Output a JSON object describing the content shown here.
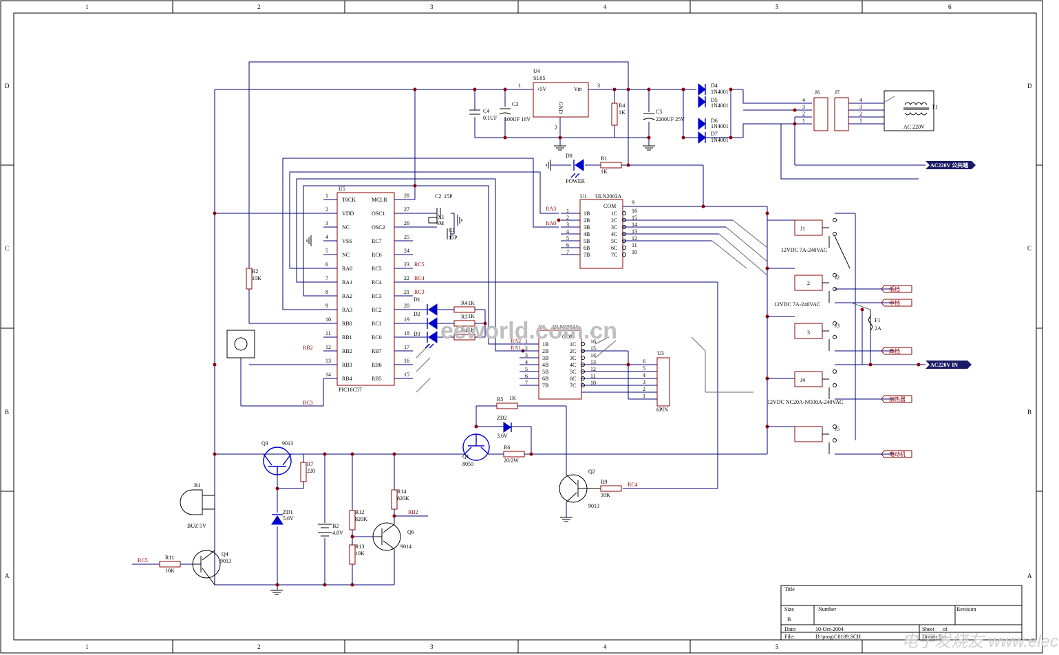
{
  "frame": {
    "col_zones": [
      "1",
      "2",
      "3",
      "4",
      "5",
      "6"
    ],
    "row_zones": [
      "D",
      "C",
      "B",
      "A"
    ]
  },
  "title_block": {
    "title_label": "Title",
    "size_label": "Size",
    "size_value": "B",
    "number_label": "Number",
    "revision_label": "Revision",
    "date_label": "Date:",
    "date_value": "10-Oct-2004",
    "sheet_label": "Sheet",
    "of_label": "of",
    "file_label": "File:",
    "file_value": "D:\\prog\\C0189.SCH",
    "drawn_label": "Drawn By:"
  },
  "watermark": {
    "site": "eeworld.com.cn",
    "corner": "电子发烧友 www.elecfans.com"
  },
  "components": {
    "u4": {
      "ref": "U4",
      "part": "SL05",
      "in_label": "Vin",
      "out_label": "+5V",
      "gnd_label": "GND",
      "pin_in": "1",
      "pin_out": "3",
      "pin_gnd": "2"
    },
    "c4": {
      "ref": "C4",
      "value": "0.1UF"
    },
    "c3": {
      "ref": "C3",
      "value": "100UF 16V"
    },
    "r4": {
      "ref": "R4",
      "value": "1K"
    },
    "c5": {
      "ref": "C5",
      "value": "2200UF 25V"
    },
    "d4": {
      "ref": "D4",
      "value": "1N4001"
    },
    "d5": {
      "ref": "D5",
      "value": "1N4001"
    },
    "d6": {
      "ref": "D6",
      "value": "1N4001"
    },
    "d7": {
      "ref": "D7",
      "value": "1N4001"
    },
    "j6": {
      "ref": "J6"
    },
    "j7": {
      "ref": "J7"
    },
    "t1": {
      "ref": "T1",
      "value": "AC 220V"
    },
    "d8": {
      "ref": "D8",
      "value": "POWER"
    },
    "r1": {
      "ref": "R1",
      "value": "1K"
    },
    "u5": {
      "ref": "U5",
      "part": "PIC16C57"
    },
    "c2": {
      "ref": "C2",
      "value": "15P"
    },
    "c1": {
      "ref": "C1",
      "value": "15P"
    },
    "x1": {
      "ref": "X1",
      "value": "4M"
    },
    "u1": {
      "ref": "U1",
      "part": "ULN2003A",
      "com": "COM",
      "pin_com": "9"
    },
    "y1": {
      "ref": "Y1",
      "part": "ULN2003A",
      "com": "COM",
      "pin_com": "9"
    },
    "r2": {
      "ref": "R2",
      "value": "10K"
    },
    "d1": {
      "ref": "D1"
    },
    "d2": {
      "ref": "D2"
    },
    "d3": {
      "ref": "D3"
    },
    "r41": {
      "ref": "R4",
      "value": "1K"
    },
    "r3": {
      "ref": "R3",
      "value": "1K"
    },
    "r42": {
      "ref": "R4",
      "value": "1K"
    },
    "u3": {
      "ref": "U3",
      "value": "6PIN"
    },
    "r5": {
      "ref": "R5",
      "value": "1K"
    },
    "zd2": {
      "ref": "ZD2",
      "value": "3.6V"
    },
    "r6": {
      "ref": "R6",
      "value": "20/2W"
    },
    "q1": {
      "ref": "Q1",
      "value": "8050"
    },
    "q2": {
      "ref": "Q2",
      "value": "9013"
    },
    "r9": {
      "ref": "R9",
      "value": "10K"
    },
    "q3": {
      "ref": "Q3",
      "value": "9013"
    },
    "r7": {
      "ref": "R7",
      "value": "220"
    },
    "zd1": {
      "ref": "ZD1",
      "value": "5.6V"
    },
    "b1": {
      "ref": "B1",
      "value": "BUZ 5V"
    },
    "b2": {
      "ref": "B2",
      "value": "4.8V"
    },
    "r12": {
      "ref": "R12",
      "value": "820K"
    },
    "r13": {
      "ref": "R13",
      "value": "10K"
    },
    "r14": {
      "ref": "R14",
      "value": "820K"
    },
    "q6": {
      "ref": "Q6",
      "value": "9014"
    },
    "r11": {
      "ref": "R11",
      "value": "10K"
    },
    "q4": {
      "ref": "Q4",
      "value": "9013"
    }
  },
  "relays": {
    "j1": {
      "ref": "J1",
      "spec": "12VDC 7A-240VAC"
    },
    "j2": {
      "ref": "J2",
      "spec": "12VDC 7A-240VAC"
    },
    "j3": {
      "ref": "J3"
    },
    "j4": {
      "ref": "J4",
      "spec": "12VDC NC20A-NO30A-240VAC"
    },
    "j5": {
      "ref": "J5"
    },
    "fuse": {
      "ref": "F1",
      "value": "2A"
    }
  },
  "u5_pins_left": [
    {
      "num": "1",
      "name": "T0CK"
    },
    {
      "num": "2",
      "name": "VDD"
    },
    {
      "num": "3",
      "name": "NC"
    },
    {
      "num": "4",
      "name": "VSS"
    },
    {
      "num": "5",
      "name": "NC"
    },
    {
      "num": "6",
      "name": "RA0"
    },
    {
      "num": "7",
      "name": "RA1"
    },
    {
      "num": "8",
      "name": "RA2"
    },
    {
      "num": "9",
      "name": "RA3"
    },
    {
      "num": "10",
      "name": "RB0"
    },
    {
      "num": "11",
      "name": "RB1"
    },
    {
      "num": "12",
      "name": "RB2"
    },
    {
      "num": "13",
      "name": "RB3"
    },
    {
      "num": "14",
      "name": "RB4"
    }
  ],
  "u5_pins_right": [
    {
      "num": "28",
      "name": "MCLR"
    },
    {
      "num": "27",
      "name": "OSC1"
    },
    {
      "num": "26",
      "name": "OSC2"
    },
    {
      "num": "25",
      "name": "RC7"
    },
    {
      "num": "24",
      "name": "RC6"
    },
    {
      "num": "23",
      "name": "RC5"
    },
    {
      "num": "22",
      "name": "RC4"
    },
    {
      "num": "21",
      "name": "RC3"
    },
    {
      "num": "20",
      "name": "RC2"
    },
    {
      "num": "19",
      "name": "RC1"
    },
    {
      "num": "18",
      "name": "RC0"
    },
    {
      "num": "17",
      "name": "RB7"
    },
    {
      "num": "16",
      "name": "RB6"
    },
    {
      "num": "15",
      "name": "RB5"
    }
  ],
  "u1_inputs": [
    "1B",
    "2B",
    "3B",
    "4B",
    "5B",
    "6B",
    "7B"
  ],
  "u1_outputs": [
    "1C",
    "2C",
    "3C",
    "4C",
    "5C",
    "6C",
    "7C"
  ],
  "u1_out_nums": [
    "16",
    "15",
    "14",
    "13",
    "12",
    "11",
    "10"
  ],
  "u3_pins": [
    "6",
    "5",
    "4",
    "3",
    "2",
    "1"
  ],
  "nets": {
    "ra3": "RA3",
    "ra0": "RA0",
    "ra2": "RA2",
    "ra1": "RA1",
    "rc5": "RC5",
    "rc4": "RC4",
    "rc3": "RC3",
    "rb2": "RB2",
    "rc3b": "RC3",
    "rc4b": "RC4",
    "rb2b": "RB2",
    "rc5b": "RC5"
  },
  "ports": {
    "ac_common": "AC220V 公共端",
    "ac_in": "AC220V IN",
    "out_low": "低档",
    "out_mid": "中档",
    "out_high": "高档",
    "out_heat": "加热器",
    "out_fan": "电动机"
  }
}
